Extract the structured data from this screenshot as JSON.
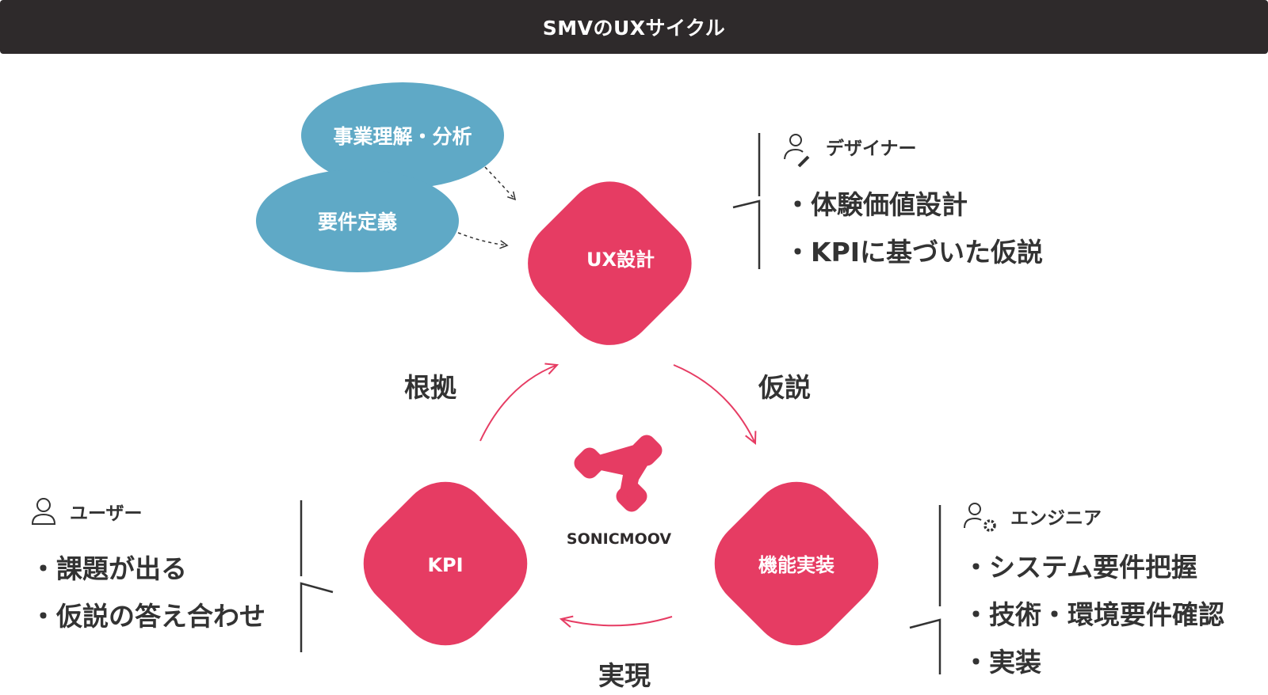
{
  "header": {
    "title": "SMVのUXサイクル"
  },
  "nodes": {
    "ux": {
      "label": "UX設計"
    },
    "kpi": {
      "label": "KPI"
    },
    "impl": {
      "label": "機能実装"
    }
  },
  "bubbles": {
    "business": {
      "label": "事業理解・分析"
    },
    "requirements": {
      "label": "要件定義"
    }
  },
  "cycle": {
    "evidence": "根拠",
    "hypothesis": "仮説",
    "realization": "実現"
  },
  "logo": {
    "name": "SONICMOOV"
  },
  "roles": {
    "designer": {
      "title": "デザイナー",
      "items": [
        "・体験価値設計",
        "・KPIに基づいた仮説"
      ]
    },
    "user": {
      "title": "ユーザー",
      "items": [
        "・課題が出る",
        "・仮説の答え合わせ"
      ]
    },
    "engineer": {
      "title": "エンジニア",
      "items": [
        "・システム要件把握",
        "・技術・環境要件確認",
        "・実装"
      ]
    }
  },
  "colors": {
    "header_bg": "#2e2a2b",
    "node_fill": "#e63c63",
    "bubble_fill": "#5fa9c6",
    "text_dark": "#333333"
  }
}
